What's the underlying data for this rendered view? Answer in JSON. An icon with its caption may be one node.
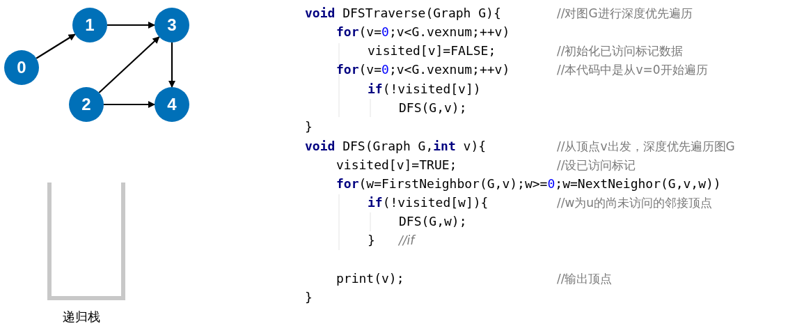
{
  "diagram": {
    "nodes": [
      {
        "text": [
          "0"
        ]
      },
      {
        "text": [
          "1"
        ]
      },
      {
        "text": [
          "2"
        ]
      },
      {
        "text": [
          "3"
        ]
      },
      {
        "text": [
          "4"
        ]
      }
    ],
    "edges": [
      {
        "from": 0,
        "to": 1,
        "arrow": "to"
      },
      {
        "from": 1,
        "to": 3,
        "arrow": "to"
      },
      {
        "from": 2,
        "to": 3,
        "arrow": "to"
      },
      {
        "from": 2,
        "to": 4,
        "arrow": "to"
      },
      {
        "from": 3,
        "to": 4,
        "arrow": "to"
      }
    ],
    "labels": [
      "void DFSTraverse(Graph G){",
      "//对图G进行深度优先遍历",
      "for(v=0;v<G.vexnum;++v)",
      "visited[v]=FALSE;",
      "//初始化已访问标记数据",
      "for(v=0;v<G.vexnum;++v)",
      "//本代码中是从v=0开始遍历",
      "if(!visited[v])",
      "DFS(G,v);",
      "}",
      "void DFS(Graph G,int v){",
      "//从顶点v出发，深度优先遍历图G",
      "visited[v]=TRUE;",
      "//设已访问标记",
      "for(w=FirstNeighbor(G,v);w>=0;w=NextNeighor(G,v,w))",
      "if(!visited[w]){",
      "//w为u的尚未访问的邻接顶点",
      "DFS(G,w);",
      "}",
      "//if",
      "print(v);",
      "//输出顶点",
      "}",
      "递归栈"
    ]
  }
}
